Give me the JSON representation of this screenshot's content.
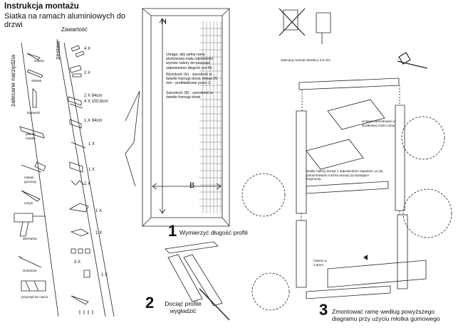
{
  "header": {
    "title": "Instrukcja montażu",
    "subtitle": "Siatka na ramach aluminiowych do drzwi"
  },
  "tools": {
    "heading": "zalecane narzędzia",
    "items": [
      "miarka",
      "ołówek",
      "kątownik",
      "piła do metalu",
      "młotek gumowy",
      "nożyk",
      "Wiertarka",
      "śrubokręt",
      "przyrząd do cięcia"
    ]
  },
  "kit": {
    "heading": "Zawartość",
    "side_label": "zestaw",
    "quantities": [
      "4 X",
      "2 X",
      "2 X 94cm",
      "4 X 100,8cm",
      "1 X 94cm",
      "1 X",
      "1 X",
      "1 X",
      "1 X",
      "1 X",
      "3 X",
      "1 X"
    ]
  },
  "measure_note": {
    "p1": "Uwaga: aby pełna rama aluminiowa mała odpowiedni wymiar należy do-pasować odpowiednio długość pro-fili.",
    "p2": "Wysokość (H) - wysokość w świetle framugi drzwi, minus 25 mm - podkładkowe przez 2.",
    "p3": "Szerokość (B) - szerokość w świetle framugi drzwi."
  },
  "dimension_labels": {
    "h": "H",
    "b": "B"
  },
  "steps": [
    {
      "number": "1",
      "text": "Wymierzyć długość profili"
    },
    {
      "number": "2",
      "text": "Dociąć profile wygładzić"
    },
    {
      "number": "3",
      "text": "Zmontować ramę według powyższego diagramu przy użyciu młotka gumowego"
    }
  ],
  "callouts": {
    "drill": "zalecany rozmiar wiertła ⌀ 2,5 mm",
    "top_cutout": "Uchwyt zamontować w środkowej części ramy.",
    "mesh_fit": "Siatkę należy dociąć z odpowiednim zapasem, po jej zamontowaniu można usunąć jej wystające fragmenty.",
    "holes": "Otwory ⌀ 2,5mm"
  }
}
